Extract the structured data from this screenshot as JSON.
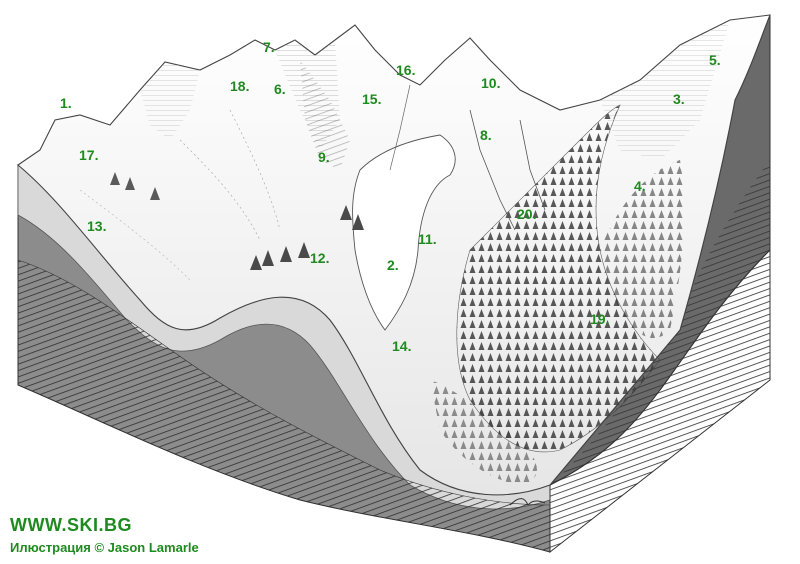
{
  "colors": {
    "label": "#1f8a1f",
    "brand": "#1f8a1f",
    "ink": "#3a3a3a",
    "soil_dark": "#4a4a4a",
    "soil_mid": "#8c8c8c",
    "snow": "#f4f4f4"
  },
  "labels": [
    "1.",
    "2.",
    "3.",
    "4.",
    "5.",
    "6.",
    "7.",
    "8.",
    "9.",
    "10.",
    "11.",
    "12.",
    "13.",
    "14.",
    "15.",
    "16.",
    "17.",
    "18.",
    "19.",
    "20."
  ],
  "brand": {
    "site": "WWW.SKI.BG",
    "credit": "Илюстрация © Jason Lamarle"
  }
}
